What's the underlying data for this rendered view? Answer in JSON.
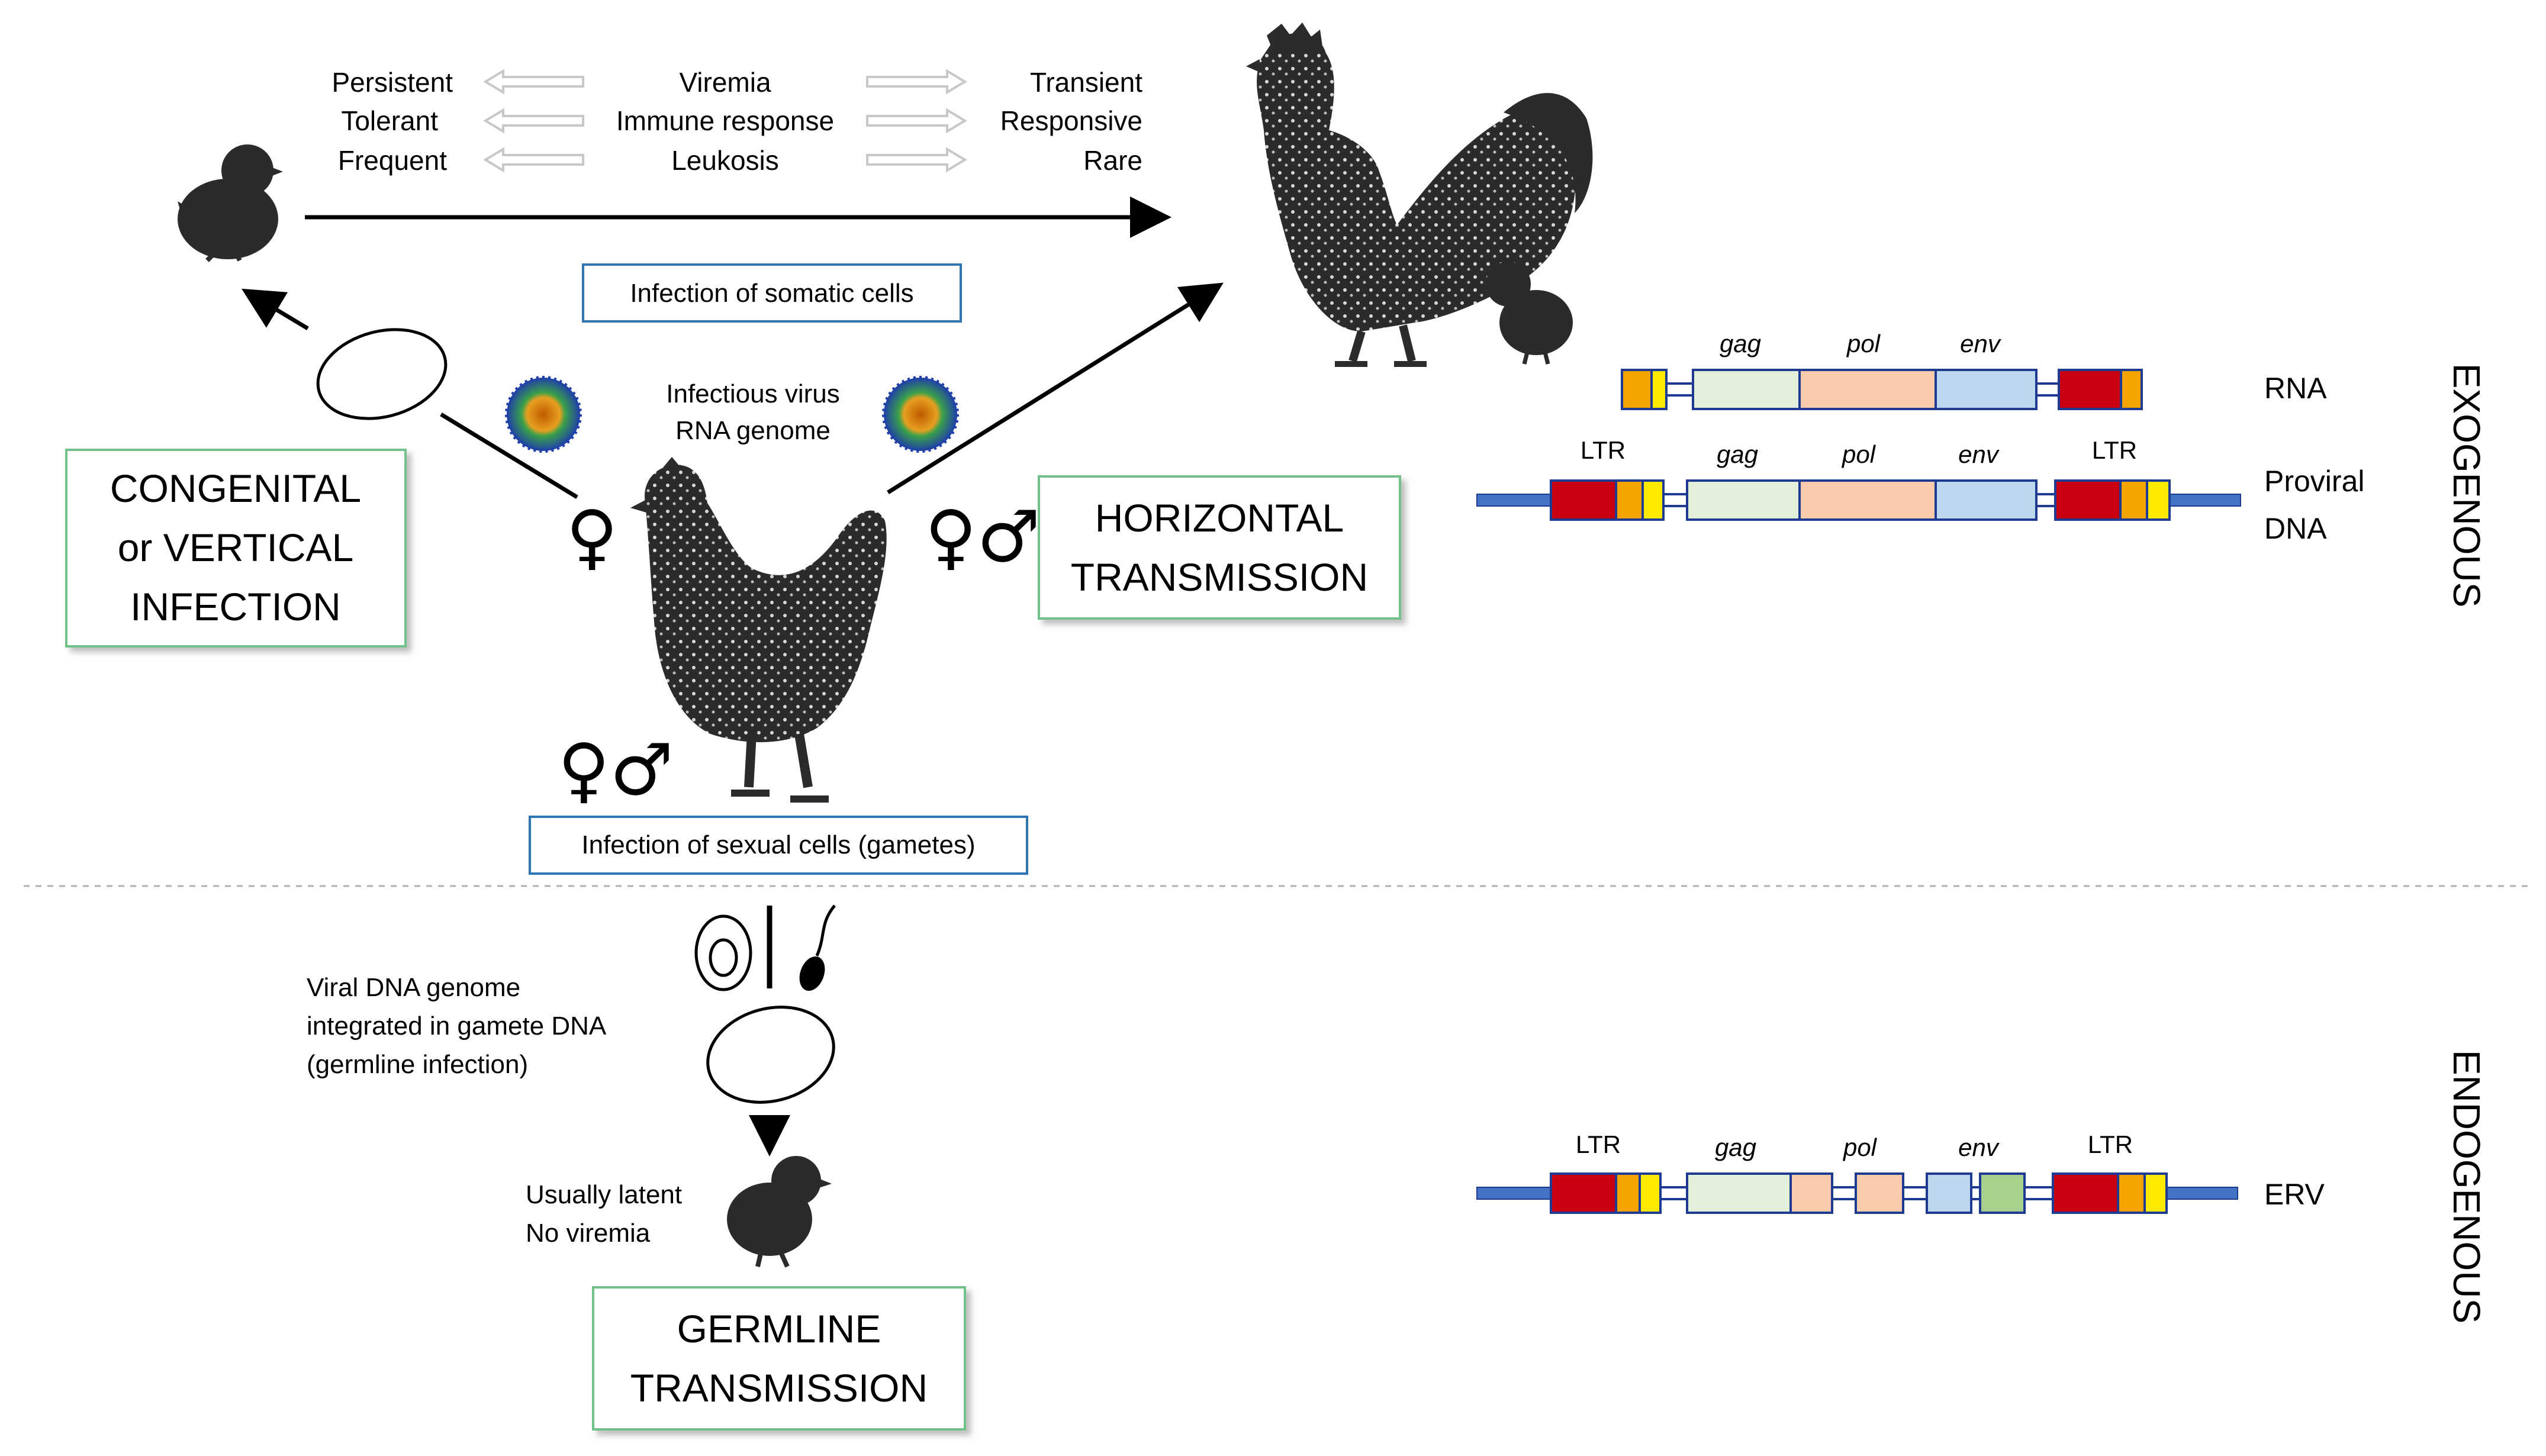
{
  "gradient": {
    "left": [
      "Persistent",
      "Tolerant",
      "Frequent"
    ],
    "center": [
      "Viremia",
      "Immune response",
      "Leukosis"
    ],
    "right": [
      "Transient",
      "Responsive",
      "Rare"
    ]
  },
  "labels": {
    "somatic": "Infection of somatic cells",
    "gametes": "Infection of sexual cells (gametes)",
    "infectious_virus_1": "Infectious virus",
    "infectious_virus_2": "RNA genome",
    "viral_dna_1": "Viral DNA genome",
    "viral_dna_2": "integrated in gamete DNA",
    "viral_dna_3": "(germline infection)",
    "latent_1": "Usually latent",
    "latent_2": "No viremia"
  },
  "boxes": {
    "congenital": [
      "CONGENITAL",
      "or VERTICAL",
      "INFECTION"
    ],
    "horizontal": [
      "HORIZONTAL",
      "TRANSMISSION"
    ],
    "germline": [
      "GERMLINE",
      "TRANSMISSION"
    ]
  },
  "symbols": {
    "female": "♀",
    "female_male": "♀♂"
  },
  "genome": {
    "gene_gag": "gag",
    "gene_pol": "pol",
    "gene_env": "env",
    "ltr": "LTR",
    "rna_label": "RNA",
    "proviral_label_1": "Proviral",
    "proviral_label_2": "DNA",
    "erv_label": "ERV"
  },
  "sections": {
    "exogenous": "EXOGENOUS",
    "endogenous": "ENDOGENOUS"
  },
  "colors": {
    "ltr_red": "#c8000f",
    "ltr_orange": "#f4a300",
    "ltr_yellow": "#ffea00",
    "gag": "#e2f0d9",
    "pol": "#f8cbad",
    "env": "#bdd7ee",
    "env_extra": "#a9d18e",
    "dna_line": "#4472c4",
    "box_green": "#70c28a",
    "box_blue": "#2e75b6",
    "silhouette": "#2b2b2b"
  },
  "icons": [
    "chick-icon",
    "hen-icon",
    "rooster-icon",
    "virus-particle-icon",
    "egg-icon",
    "sperm-icon",
    "genome-ring-icon"
  ]
}
